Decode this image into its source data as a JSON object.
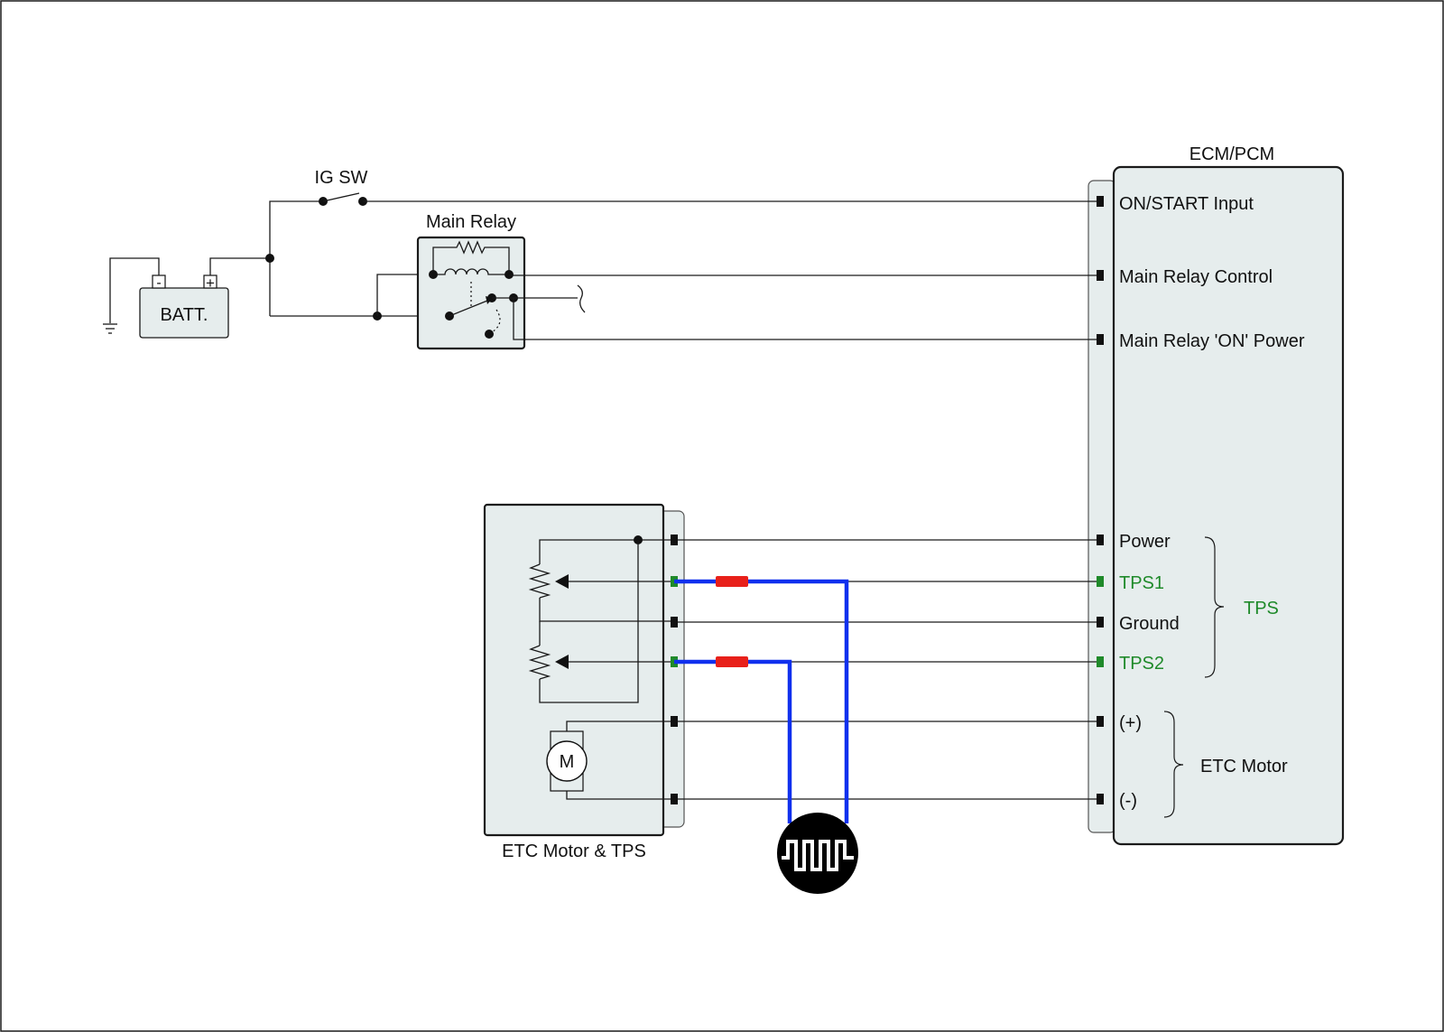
{
  "labels": {
    "ig_sw": "IG SW",
    "main_relay": "Main Relay",
    "batt": "BATT.",
    "batt_minus": "-",
    "batt_plus": "+",
    "ecm": "ECM/PCM",
    "etc_block": "ETC Motor & TPS",
    "motor": "M"
  },
  "ecm_pins": {
    "on_start": "ON/START Input",
    "relay_control": "Main Relay Control",
    "relay_on_power": "Main Relay 'ON' Power",
    "power": "Power",
    "tps1": "TPS1",
    "ground": "Ground",
    "tps2": "TPS2",
    "motor_plus": "(+)",
    "motor_minus": "(-)"
  },
  "groups": {
    "tps": "TPS",
    "etc_motor": "ETC Motor"
  },
  "colors": {
    "signal_green": "#1f8a2a",
    "probe_blue": "#1030ee",
    "probe_clip_red": "#e8201a",
    "module_fill": "#e6eded"
  },
  "icons": {
    "scope": "oscilloscope-square-wave-icon",
    "ground": "ground-symbol-icon",
    "motor": "motor-symbol-icon"
  }
}
